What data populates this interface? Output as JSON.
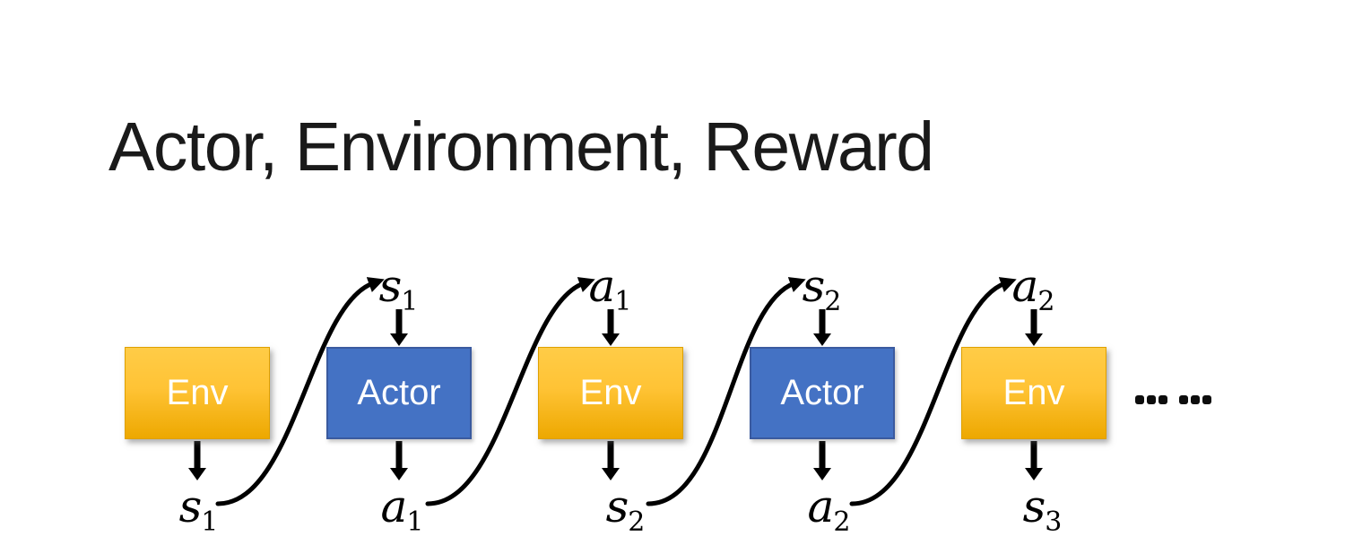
{
  "slide": {
    "title": "Actor, Environment, Reward"
  },
  "diagram": {
    "boxes": [
      {
        "label": "Env",
        "type": "env"
      },
      {
        "label": "Actor",
        "type": "actor"
      },
      {
        "label": "Env",
        "type": "env"
      },
      {
        "label": "Actor",
        "type": "actor"
      },
      {
        "label": "Env",
        "type": "env"
      }
    ],
    "top_labels": [
      {
        "main": "s",
        "sub": "1"
      },
      {
        "main": "a",
        "sub": "1"
      },
      {
        "main": "s",
        "sub": "2"
      },
      {
        "main": "a",
        "sub": "2"
      }
    ],
    "bottom_labels": [
      {
        "main": "s",
        "sub": "1"
      },
      {
        "main": "a",
        "sub": "1"
      },
      {
        "main": "s",
        "sub": "2"
      },
      {
        "main": "a",
        "sub": "2"
      },
      {
        "main": "s",
        "sub": "3"
      }
    ],
    "ellipsis": "……"
  },
  "colors": {
    "title_text": "#1A1A1A",
    "env_gradient_top": "#FFCC47",
    "env_gradient_bottom": "#EDA800",
    "actor_fill": "#4472C4",
    "actor_border": "#3A5A9F",
    "arrow": "#000000",
    "box_text": "#FFFFFF",
    "label_text": "#000000"
  }
}
